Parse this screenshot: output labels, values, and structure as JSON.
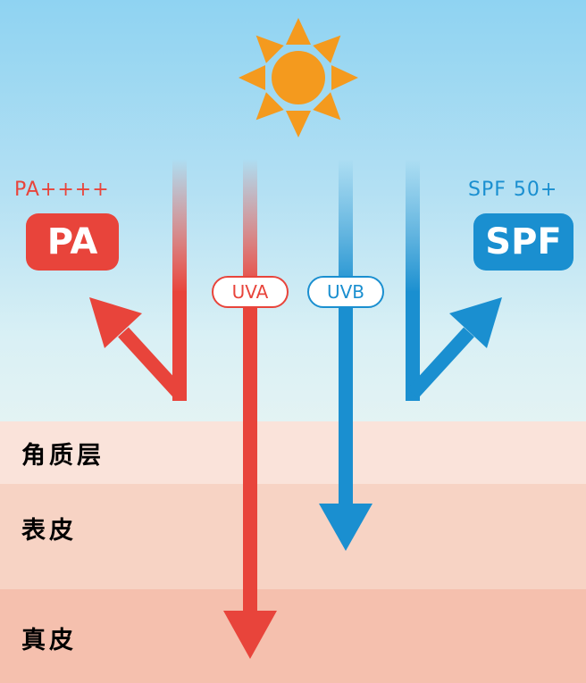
{
  "colors": {
    "uva": "#e8443b",
    "uvb": "#1a8fd0",
    "sun": "#f49a1e"
  },
  "icons": {
    "sun": "sun-icon"
  },
  "pa": {
    "rating": "PA++++",
    "badge": "PA"
  },
  "spf": {
    "rating": "SPF 50+",
    "badge": "SPF"
  },
  "rays": {
    "uva_label": "UVA",
    "uvb_label": "UVB"
  },
  "skin_layers": [
    "角质层",
    "表皮",
    "真皮"
  ]
}
